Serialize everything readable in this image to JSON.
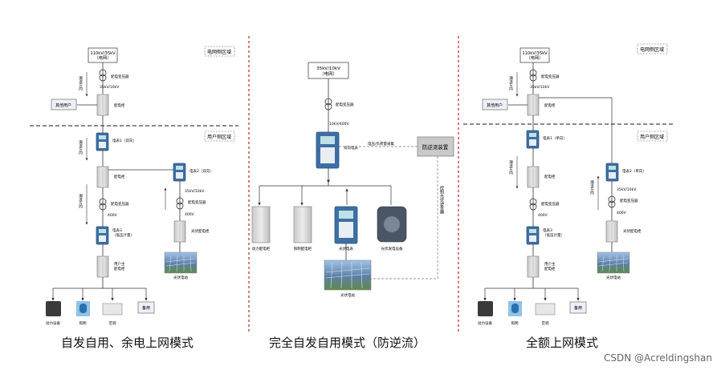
{
  "captions": {
    "left": "自发自用、余电上网模式",
    "middle": "完全自发自用模式（防逆流）",
    "right": "全额上网模式"
  },
  "watermark": "CSDN @Acreldingshan",
  "left": {
    "zone_grid": "电网侧区域",
    "zone_user": "用户侧区域",
    "grid_box": "110kV/35kV\n（电网）",
    "transformer_top": "配电变压器",
    "voltage_top": "35kV/10kV",
    "other_user": "其他用户",
    "flow_top": "潮流方向",
    "flow_mid": "潮流方向",
    "flow_low": "潮流方向",
    "cabinet1": "配电柜",
    "meter1": "电表1（双向）",
    "cabinet2": "配电柜",
    "transformer_mid": "配电变压器",
    "v400": "400V",
    "meter3": "电表3\n（低压计量）",
    "user_cabinet": "用户主\n配电柜",
    "meter2": "电表2（双向）",
    "pv_voltage": "35kV/10kV",
    "pv_transformer": "配电变压器",
    "pv_v400": "400V",
    "pv_cabinet": "光伏配电柜",
    "pv_panel": "光伏电站",
    "loads": [
      "动力设备",
      "照明",
      "空调",
      "备用"
    ]
  },
  "middle": {
    "grid_box": "35kV/10kV\n（电网）",
    "transformer": "配电变压器",
    "voltage": "10kV/400V",
    "meter": "双向电表",
    "signal": "电压/负荷量采集",
    "anti_device": "防逆流装置",
    "control_text": "控制光伏逆变器",
    "loads": [
      "动力配电柜",
      "照明配电柜",
      "光伏电表",
      "光伏发电设备"
    ],
    "pv_panel": "光伏电站"
  },
  "right": {
    "zone_grid": "电网侧区域",
    "zone_user": "用户侧区域",
    "grid_box": "110kV/35kV\n（电网）",
    "transformer_top": "配电变压器",
    "voltage_top": "35kV/10kV",
    "other_user": "其他用户",
    "flow_top": "潮流方向",
    "flow_mid": "潮流方向",
    "flow_pv": "潮流方向",
    "cabinet1": "配电柜",
    "meter1": "电表1（单向）",
    "cabinet2": "配电柜",
    "transformer_mid": "配电变压器",
    "v400": "400V",
    "meter3": "电表3\n（低压计量）",
    "user_cabinet": "用户主\n配电柜",
    "meter2": "电表2（单向）",
    "pv_voltage": "35kV/10kV",
    "pv_transformer": "配电变压器",
    "pv_v400": "400V",
    "pv_cabinet": "光伏配电柜",
    "pv_panel": "光伏电站",
    "loads": [
      "动力设备",
      "照明",
      "空调",
      "备用"
    ]
  }
}
